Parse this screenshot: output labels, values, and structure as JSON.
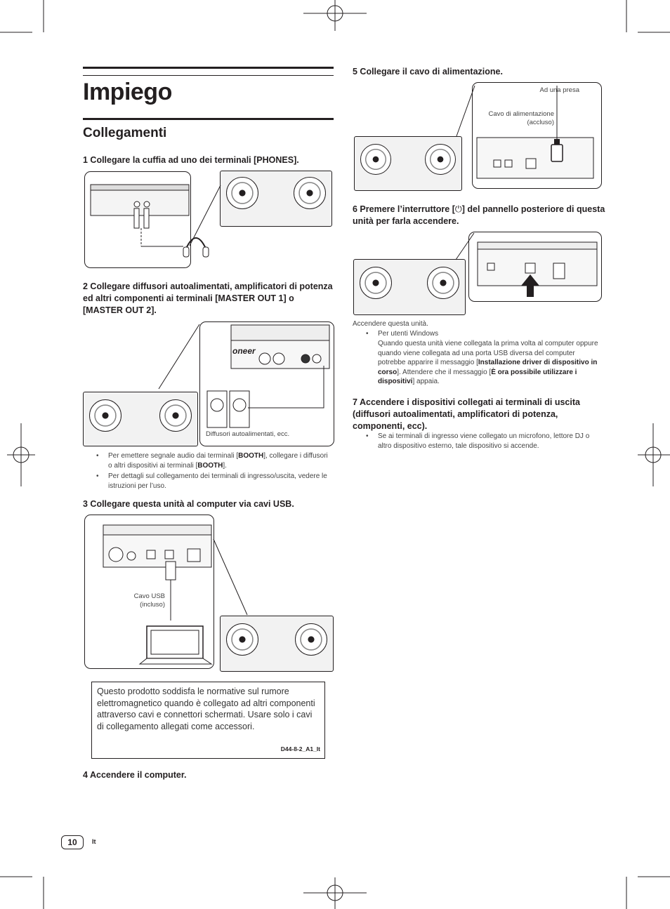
{
  "page": {
    "title": "Impiego",
    "section": "Collegamenti",
    "page_number": "10",
    "language": "It"
  },
  "steps": {
    "s1": "1   Collegare la cuffia ad uno dei terminali [PHONES].",
    "s2": "2   Collegare diffusori autoalimentati, amplificatori di potenza ed altri componenti ai terminali [MASTER OUT 1] o [MASTER OUT 2].",
    "s3": "3   Collegare questa unità al computer via cavi USB.",
    "s4": "4   Accendere il computer.",
    "s5": "5   Collegare il cavo di alimentazione.",
    "s6a": "6   Premere l’interruttore [",
    "s6_icon": "⏻",
    "s6b": "] del pannello posteriore di questa unità per farla accendere.",
    "s7": "7   Accendere i dispositivi collegati ai terminali di uscita (diffusori autoalimentati, amplificatori di potenza, componenti, ecc)."
  },
  "captions": {
    "speakers": "Diffusori autoalimentati, ecc.",
    "usb_cable": "Cavo USB\n(incluso)",
    "outlet": "Ad una presa",
    "power_cable": "Cavo di alimentazione\n(accluso)",
    "brand_partial": "oneer"
  },
  "notes_step2": [
    {
      "pre": "Per emettere segnale audio dai terminali [",
      "b1": "BOOTH",
      "mid": "], collegare i diffusori o altri dispositivi ai terminali [",
      "b2": "BOOTH",
      "post": "]."
    },
    {
      "text": "Per dettagli sul collegamento dei terminali di ingresso/uscita, vedere le istruzioni per l’uso."
    }
  ],
  "step6_detail": {
    "intro": "Accendere questa unità.",
    "bullet_title": "Per utenti Windows",
    "p1": "Quando questa unità viene collegata la prima volta al computer oppure quando viene collegata ad una porta USB diversa del computer potrebbe apparire il messaggio [",
    "b1": "Installazione driver di dispositivo in corso",
    "p2": "]. Attendere che il messaggio [",
    "b2": "È ora possibile utilizzare i dispositivi",
    "p3": "] appaia."
  },
  "step7_note": "Se ai terminali di ingresso viene collegato un microfono, lettore DJ o altro dispositivo esterno, tale dispositivo si accende.",
  "notice": {
    "text": "Questo prodotto soddisfa le normative sul rumore elettromagnetico quando è collegato ad altri componenti attraverso cavi e connettori schermati. Usare solo i cavi di collegamento allegati come accessori.",
    "code": "D44-8-2_A1_It"
  },
  "icons": [
    "power-icon",
    "headphones-icon",
    "speaker-icon",
    "laptop-icon",
    "usb-plug-icon",
    "power-plug-icon",
    "arrow-up-icon",
    "crop-mark-icon"
  ]
}
